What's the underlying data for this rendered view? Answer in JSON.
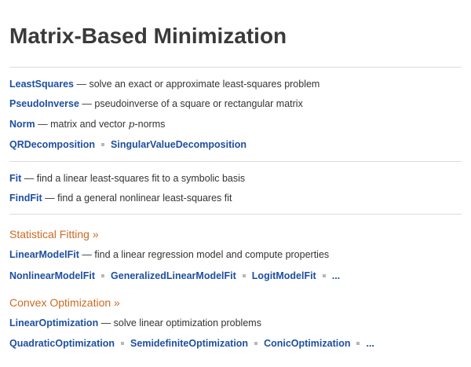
{
  "title": "Matrix-Based Minimization",
  "lines": {
    "least_squares": {
      "fn": "LeastSquares",
      "desc": "solve an exact or approximate least-squares problem"
    },
    "pseudo_inverse": {
      "fn": "PseudoInverse",
      "desc": "pseudoinverse of a square or rectangular matrix"
    },
    "norm": {
      "fn": "Norm",
      "desc_before": "matrix and vector ",
      "desc_italic": "p",
      "desc_after": "-norms"
    },
    "decomp": {
      "items": [
        "QRDecomposition",
        "SingularValueDecomposition"
      ]
    },
    "fit": {
      "fn": "Fit",
      "desc": "find a linear least-squares fit to a symbolic basis"
    },
    "find_fit": {
      "fn": "FindFit",
      "desc": "find a general nonlinear least-squares fit"
    },
    "linear_model_fit": {
      "fn": "LinearModelFit",
      "desc": "find a linear regression model and compute properties"
    },
    "model_fits": {
      "items": [
        "NonlinearModelFit",
        "GeneralizedLinearModelFit",
        "LogitModelFit"
      ],
      "more": "..."
    },
    "linear_optimization": {
      "fn": "LinearOptimization",
      "desc": "solve linear optimization problems"
    },
    "optimizations": {
      "items": [
        "QuadraticOptimization",
        "SemidefiniteOptimization",
        "ConicOptimization"
      ],
      "more": "..."
    }
  },
  "sections": {
    "statistical_fitting": "Statistical Fitting »",
    "convex_optimization": "Convex Optimization »"
  },
  "dash": "—"
}
